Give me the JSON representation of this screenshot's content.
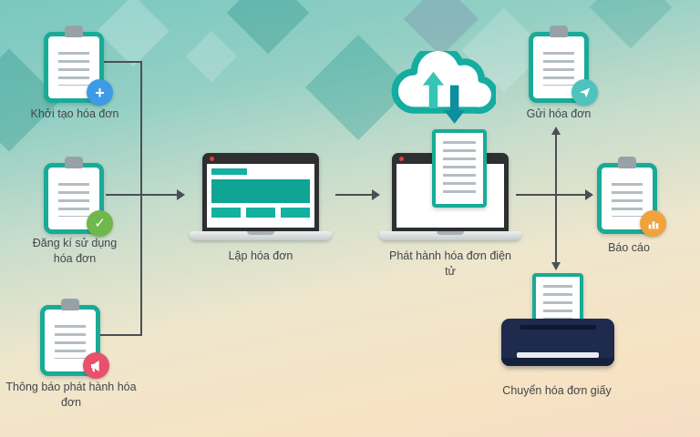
{
  "diagram": {
    "nodes": {
      "create": {
        "label": "Khởi tạo hóa đơn",
        "icon": "clipboard-plus-icon",
        "badge_color": "#3d9ae6"
      },
      "register": {
        "label": "Đăng kí sử dụng hóa đơn",
        "icon": "clipboard-check-icon",
        "badge_color": "#6fb84b"
      },
      "announce": {
        "label": "Thông báo phát hành hóa đơn",
        "icon": "clipboard-megaphone-icon",
        "badge_color": "#e8506b"
      },
      "compose": {
        "label": "Lập hóa đơn",
        "icon": "laptop-icon"
      },
      "issue": {
        "label": "Phát hành hóa đơn điện tử",
        "icon": "laptop-cloud-sync-icon"
      },
      "send": {
        "label": "Gửi hóa đơn",
        "icon": "clipboard-paper-plane-icon",
        "badge_color": "#4cc4bd"
      },
      "report": {
        "label": "Báo cáo",
        "icon": "clipboard-chart-icon",
        "badge_color": "#f0a33c"
      },
      "print": {
        "label": "Chuyển hóa đơn giấy",
        "icon": "printer-icon"
      }
    },
    "badges": {
      "plus": "+",
      "check": "✓"
    },
    "colors": {
      "teal": "#18ab97",
      "cloud_teal": "#14ada0",
      "arrow_gray": "#4a4f54",
      "printer_navy": "#1e2b4d",
      "background_top": "#79c8c0",
      "background_bottom": "#f7e3c3"
    }
  }
}
